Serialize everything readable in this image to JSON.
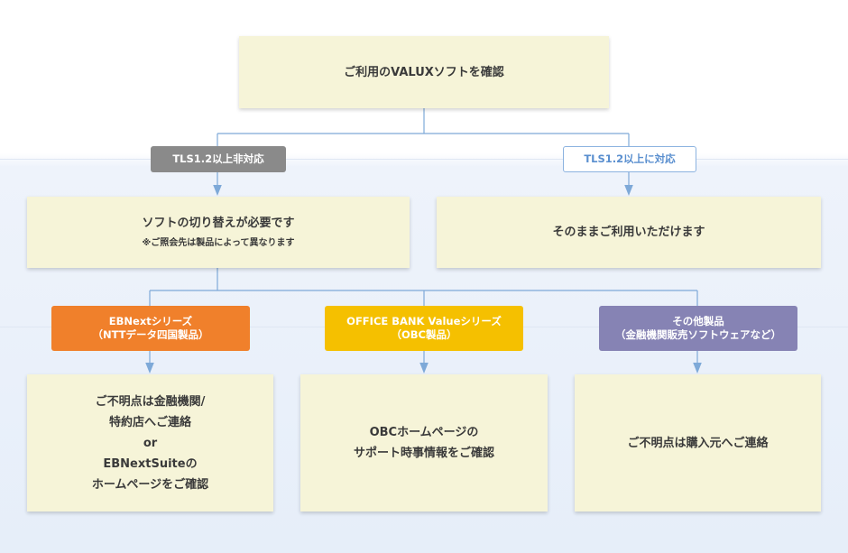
{
  "top": {
    "text": "ご利用のVALUXソフトを確認"
  },
  "branches": {
    "left_label": "TLS1.2以上非対応",
    "right_label": "TLS1.2以上に対応"
  },
  "switch_box": {
    "text": "ソフトの切り替えが必要です",
    "note": "※ご照会先は製品によって異なります"
  },
  "continue_box": {
    "text": "そのままご利用いただけます"
  },
  "products": [
    {
      "label_line1": "EBNextシリーズ",
      "label_line2": "（NTTデータ四国製品）",
      "color": "#f0802b",
      "lines": [
        "ご不明点は金融機関/",
        "特約店へご連絡",
        "or",
        "EBNextSuiteの",
        "ホームページをご確認"
      ]
    },
    {
      "label_line1": "OFFICE BANK Valueシリーズ",
      "label_line2": "（OBC製品）",
      "color": "#f5c000",
      "lines": [
        "OBCホームページの",
        "サポート時事情報をご確認"
      ]
    },
    {
      "label_line1": "その他製品",
      "label_line2": "（金融機関販売ソフトウェアなど）",
      "color": "#8683b4",
      "lines": [
        "ご不明点は購入元へご連絡"
      ]
    }
  ],
  "colors": {
    "box_fill": "#f6f4d8",
    "line": "#7ea9d8"
  }
}
